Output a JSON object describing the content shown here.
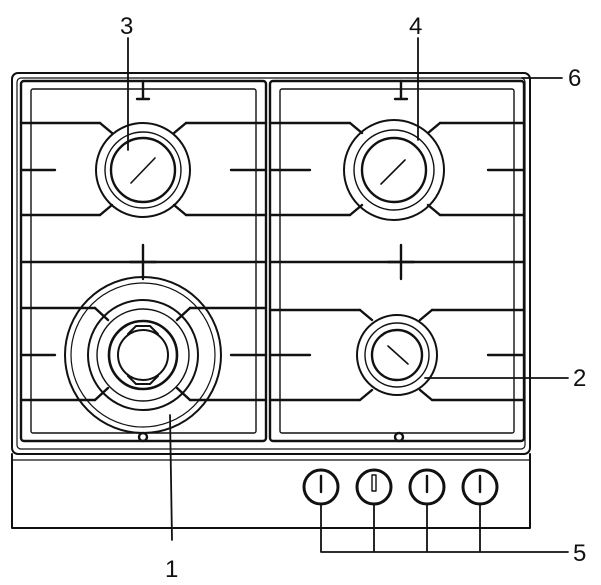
{
  "diagram": {
    "callouts": [
      {
        "id": "1",
        "label": "1",
        "target": "large-burner"
      },
      {
        "id": "2",
        "label": "2",
        "target": "auxiliary-burner"
      },
      {
        "id": "3",
        "label": "3",
        "target": "semi-rapid-burner-left"
      },
      {
        "id": "4",
        "label": "4",
        "target": "semi-rapid-burner-right"
      },
      {
        "id": "5",
        "label": "5",
        "target": "control-knobs"
      },
      {
        "id": "6",
        "label": "6",
        "target": "pan-support-grid"
      }
    ],
    "knob_count": 4,
    "colors": {
      "line": "#111111",
      "background": "#ffffff"
    }
  }
}
